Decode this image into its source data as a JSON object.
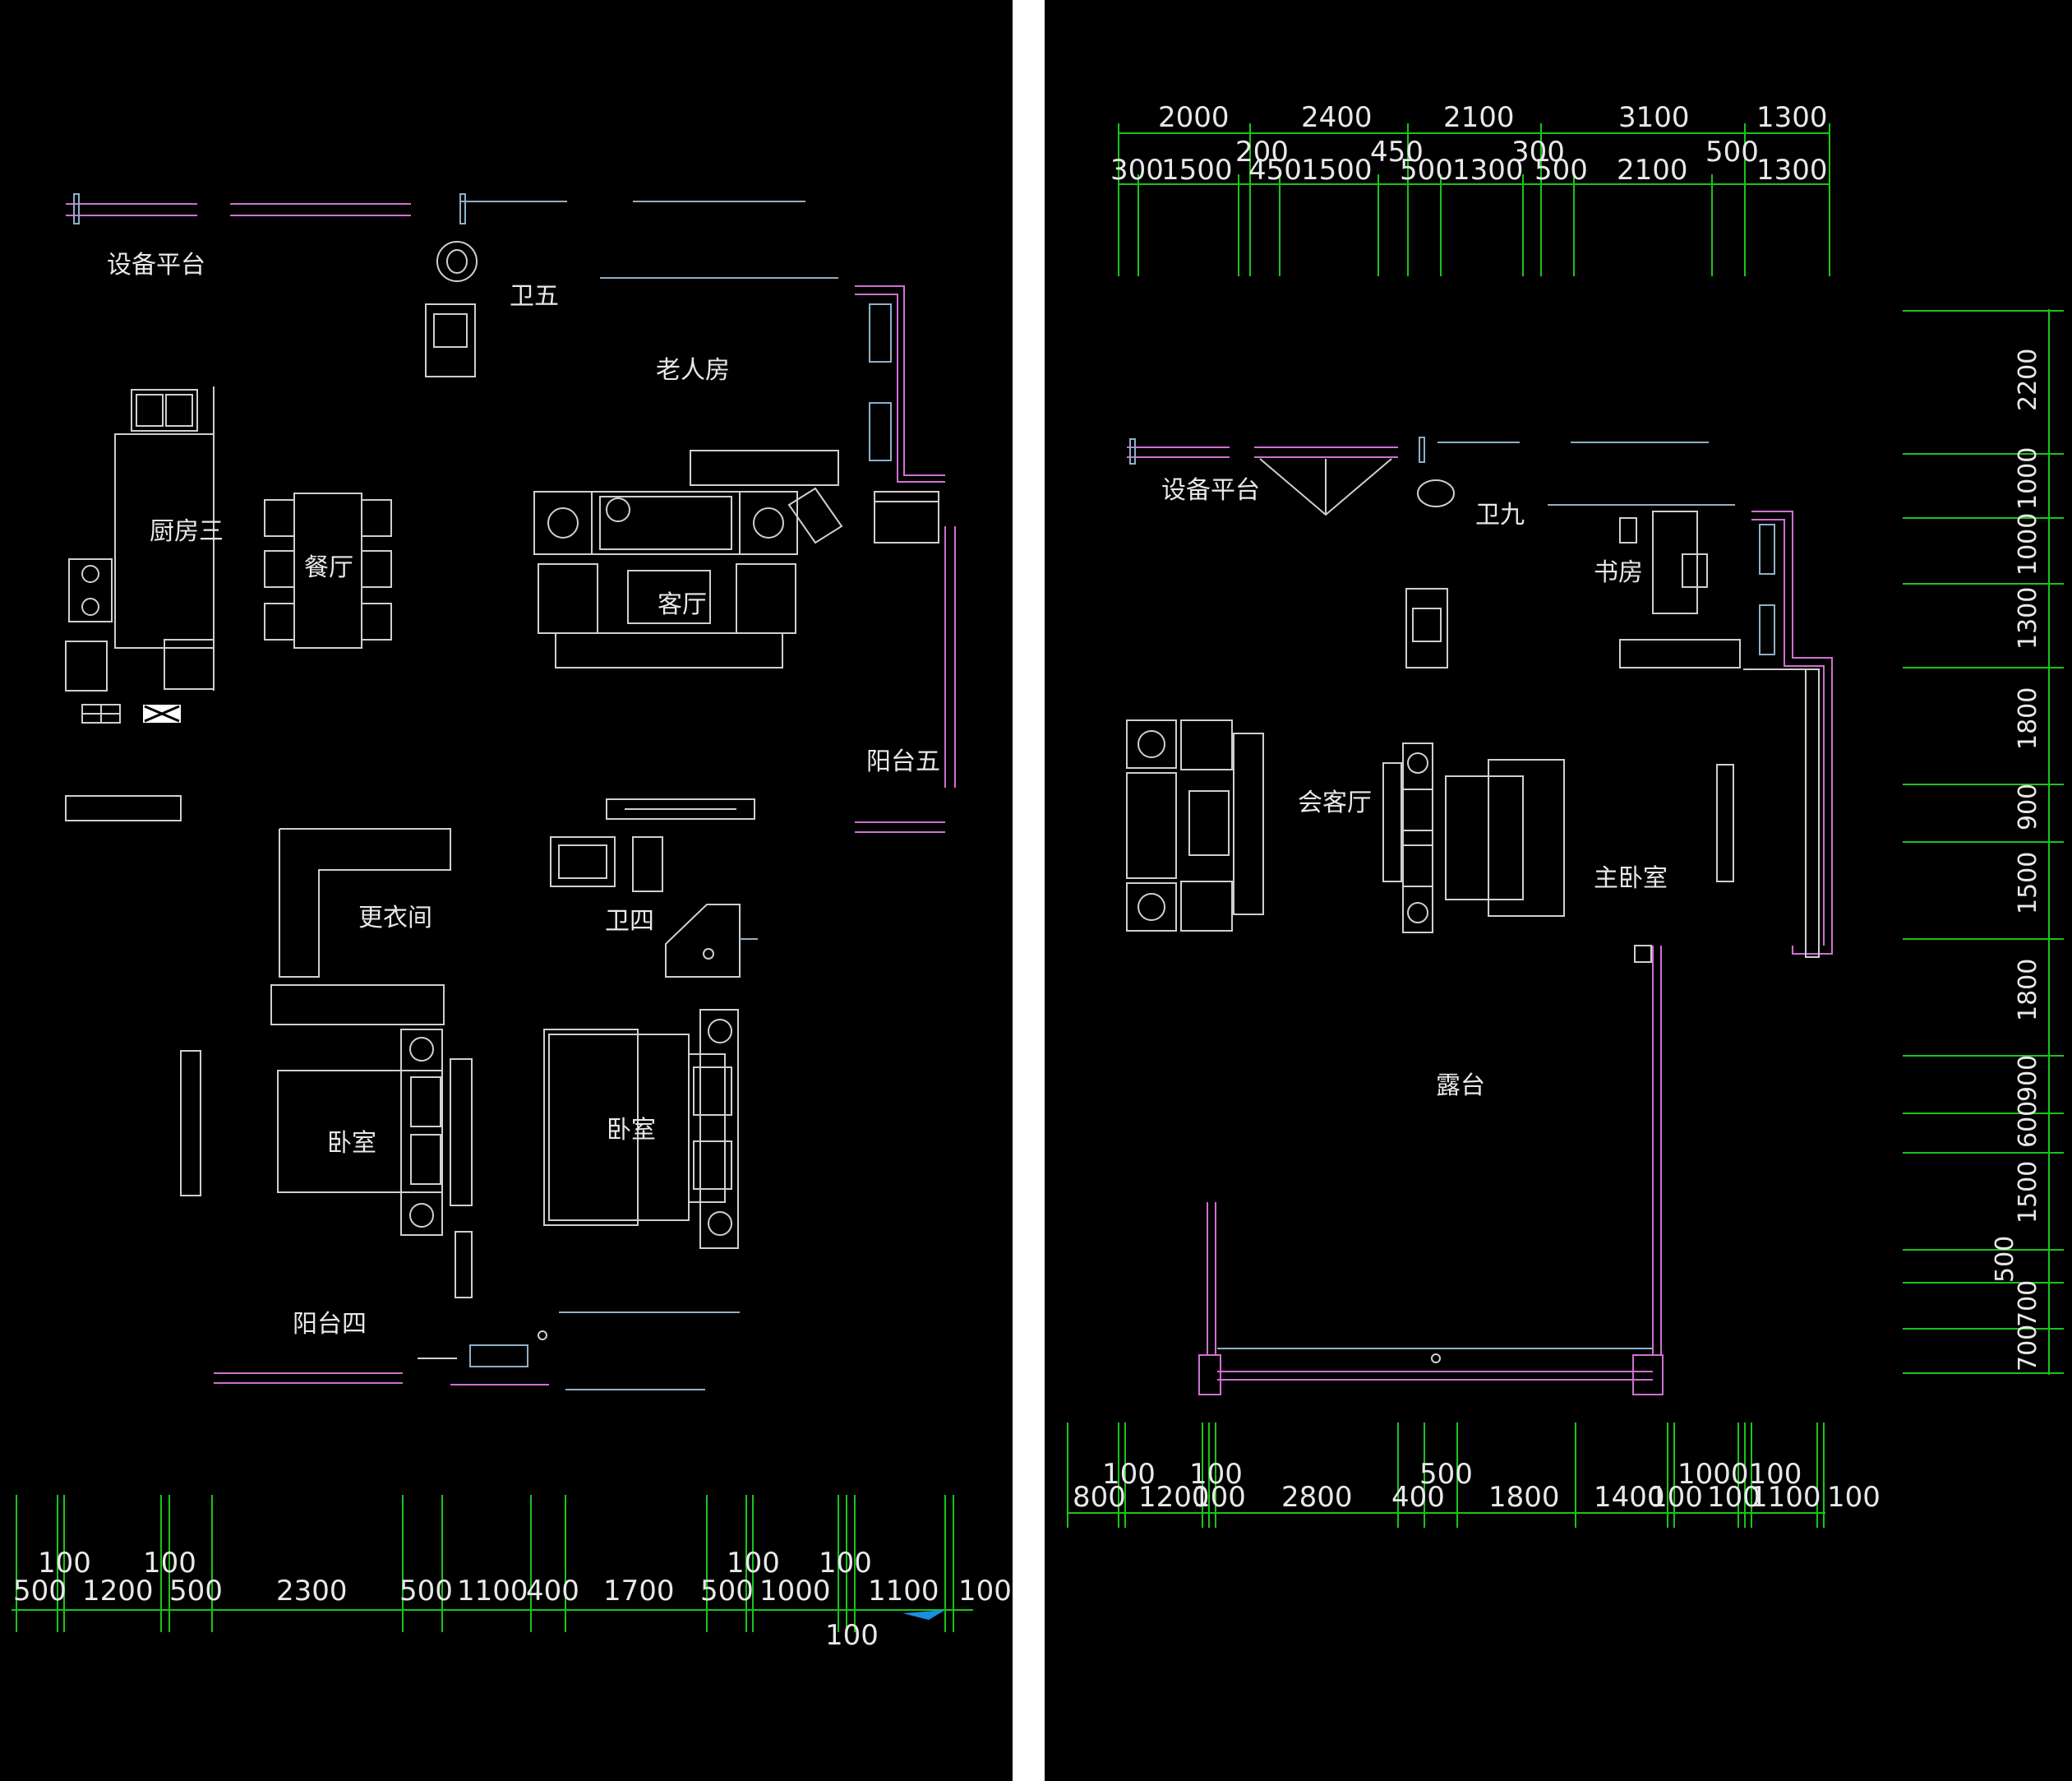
{
  "plan_left": {
    "rooms": {
      "equip_platform": "设备平台",
      "bath5": "卫五",
      "elder_room": "老人房",
      "kitchen3": "厨房三",
      "dining": "餐厅",
      "living": "客厅",
      "balcony5": "阳台五",
      "dressing": "更衣间",
      "bath4": "卫四",
      "bedroom_a": "卧室",
      "bedroom_b": "卧室",
      "balcony4": "阳台四"
    },
    "bottom_dims": {
      "main": [
        "500",
        "1200",
        "500",
        "2300",
        "500",
        "1100",
        "400",
        "1700",
        "500",
        "1000",
        "1100",
        "100"
      ],
      "upper": [
        "100",
        "100",
        "100",
        "100"
      ],
      "lower": [
        "100"
      ]
    }
  },
  "plan_right": {
    "rooms": {
      "equip_platform": "设备平台",
      "bath9": "卫九",
      "study": "书房",
      "reception": "会客厅",
      "master": "主卧室",
      "terrace": "露台"
    },
    "top_dims": {
      "row1": [
        "2000",
        "2400",
        "2100",
        "3100",
        "1300"
      ],
      "row2": [
        "300",
        "1500",
        "200",
        "450",
        "1500",
        "450",
        "500",
        "1300",
        "300",
        "500",
        "2100",
        "500",
        "1300"
      ]
    },
    "right_dims": [
      "2200",
      "1000",
      "1000",
      "1300",
      "1800",
      "900",
      "1500",
      "1800",
      "900",
      "600",
      "1500",
      "500",
      "700",
      "700"
    ],
    "bottom_dims": {
      "upper": [
        "100",
        "100",
        "500",
        "1000100"
      ],
      "main": [
        "800",
        "1200",
        "100",
        "2800",
        "400",
        "1800",
        "1400",
        "100",
        "100",
        "1100",
        "100"
      ]
    }
  }
}
